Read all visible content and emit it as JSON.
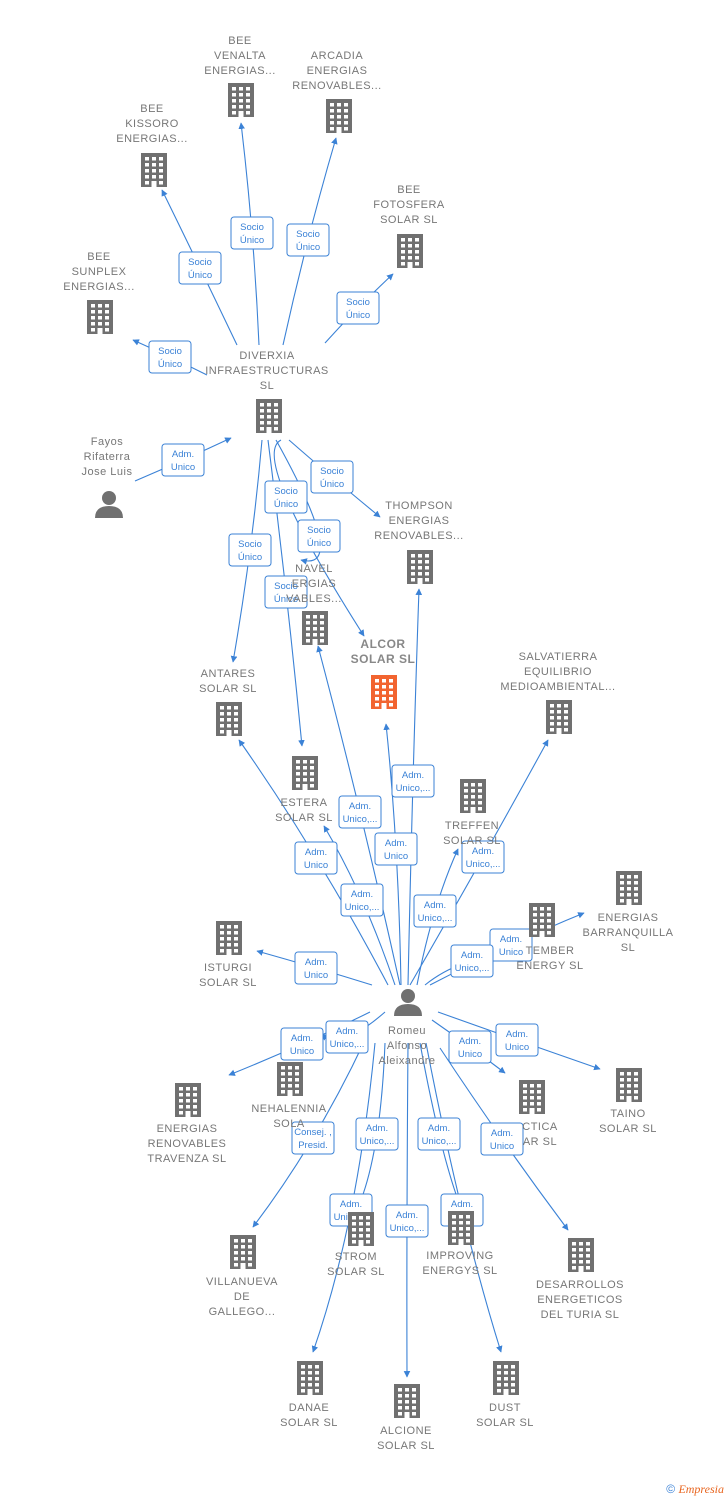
{
  "colors": {
    "edge": "#3b82d6",
    "building": "#707070",
    "main_building": "#f26430",
    "person": "#707070"
  },
  "nodes": [
    {
      "id": "diverxia",
      "type": "company",
      "label": [
        "DIVERXIA",
        "INFRAESTRUCTURAS",
        "SL"
      ]
    },
    {
      "id": "bee_venalta",
      "type": "company",
      "label": [
        "BEE",
        "VENALTA",
        "ENERGIAS..."
      ]
    },
    {
      "id": "arcadia",
      "type": "company",
      "label": [
        "ARCADIA",
        "ENERGIAS",
        "RENOVABLES..."
      ]
    },
    {
      "id": "bee_kissoro",
      "type": "company",
      "label": [
        "BEE",
        "KISSORO",
        "ENERGIAS..."
      ]
    },
    {
      "id": "bee_fotosfera",
      "type": "company",
      "label": [
        "BEE",
        "FOTOSFERA",
        "SOLAR SL"
      ]
    },
    {
      "id": "bee_sunplex",
      "type": "company",
      "label": [
        "BEE",
        "SUNPLEX",
        "ENERGIAS..."
      ]
    },
    {
      "id": "fayos",
      "type": "person",
      "label": [
        "Fayos",
        "Rifaterra",
        "Jose Luis"
      ]
    },
    {
      "id": "thompson",
      "type": "company",
      "label": [
        "THOMPSON",
        "ENERGIAS",
        "RENOVABLES..."
      ]
    },
    {
      "id": "navel",
      "type": "company",
      "label": [
        "NAVEL",
        "ERGIAS",
        "VABLES..."
      ]
    },
    {
      "id": "alcor",
      "type": "main",
      "label": [
        "ALCOR",
        "SOLAR SL"
      ]
    },
    {
      "id": "salvatierra",
      "type": "company",
      "label": [
        "SALVATIERRA",
        "EQUILIBRIO",
        "MEDIOAMBIENTAL..."
      ]
    },
    {
      "id": "antares",
      "type": "company",
      "label": [
        "ANTARES",
        "SOLAR SL"
      ]
    },
    {
      "id": "estera",
      "type": "company",
      "label": [
        "ESTERA",
        "SOLAR SL"
      ]
    },
    {
      "id": "treffen",
      "type": "company",
      "label": [
        "TREFFEN",
        "SOLAR SL"
      ]
    },
    {
      "id": "energias_barranquilla",
      "type": "company",
      "label": [
        "ENERGIAS",
        "BARRANQUILLA",
        "SL"
      ]
    },
    {
      "id": "september",
      "type": "company",
      "label": [
        "TEMBER",
        "ENERGY SL"
      ]
    },
    {
      "id": "isturgi",
      "type": "company",
      "label": [
        "ISTURGI",
        "SOLAR SL"
      ]
    },
    {
      "id": "romeu",
      "type": "person",
      "label": [
        "Romeu",
        "Alfonso",
        "Aleixandre"
      ]
    },
    {
      "id": "travenza",
      "type": "company",
      "label": [
        "ENERGIAS",
        "RENOVABLES",
        "TRAVENZA SL"
      ]
    },
    {
      "id": "nehalennia",
      "type": "company",
      "label": [
        "NEHALENNIA",
        "SOLA"
      ]
    },
    {
      "id": "taino",
      "type": "company",
      "label": [
        "TAINO",
        "SOLAR SL"
      ]
    },
    {
      "id": "ctica",
      "type": "company",
      "label": [
        "CTICA",
        "AR SL"
      ]
    },
    {
      "id": "villanueva",
      "type": "company",
      "label": [
        "VILLANUEVA",
        "DE",
        "GALLEGO..."
      ]
    },
    {
      "id": "strom",
      "type": "company",
      "label": [
        "STROM",
        "SOLAR SL"
      ]
    },
    {
      "id": "improving",
      "type": "company",
      "label": [
        "IMPROVING",
        "ENERGYS SL"
      ]
    },
    {
      "id": "desarrollos",
      "type": "company",
      "label": [
        "DESARROLLOS",
        "ENERGETICOS",
        "DEL TURIA SL"
      ]
    },
    {
      "id": "danae",
      "type": "company",
      "label": [
        "DANAE",
        "SOLAR SL"
      ]
    },
    {
      "id": "alcione",
      "type": "company",
      "label": [
        "ALCIONE",
        "SOLAR SL"
      ]
    },
    {
      "id": "dust",
      "type": "company",
      "label": [
        "DUST",
        "SOLAR SL"
      ]
    }
  ],
  "edges": [
    {
      "from": "diverxia",
      "to": "bee_venalta",
      "label": [
        "Socio",
        "Único"
      ]
    },
    {
      "from": "diverxia",
      "to": "arcadia",
      "label": [
        "Socio",
        "Único"
      ]
    },
    {
      "from": "diverxia",
      "to": "bee_kissoro",
      "label": [
        "Socio",
        "Único"
      ]
    },
    {
      "from": "diverxia",
      "to": "bee_fotosfera",
      "label": [
        "Socio",
        "Único"
      ]
    },
    {
      "from": "diverxia",
      "to": "bee_sunplex",
      "label": [
        "Socio",
        "Único"
      ]
    },
    {
      "from": "fayos",
      "to": "diverxia",
      "label": [
        "Adm.",
        "Unico"
      ]
    },
    {
      "from": "diverxia",
      "to": "thompson",
      "label": [
        "Socio",
        "Único"
      ]
    },
    {
      "from": "diverxia",
      "to": "navel",
      "label": [
        "Socio",
        "Único"
      ]
    },
    {
      "from": "diverxia",
      "to": "alcor",
      "label": [
        "Socio",
        "Único"
      ]
    },
    {
      "from": "diverxia",
      "to": "antares",
      "label": [
        "Socio",
        "Único"
      ]
    },
    {
      "from": "diverxia",
      "to": "estera",
      "label": [
        "Socio",
        "Único"
      ]
    },
    {
      "from": "romeu",
      "to": "alcor",
      "label": [
        "Adm.",
        "Unico"
      ]
    },
    {
      "from": "romeu",
      "to": "thompson",
      "label": [
        "Adm.",
        "Unico,..."
      ]
    },
    {
      "from": "romeu",
      "to": "navel",
      "label": [
        "Adm.",
        "Unico,..."
      ]
    },
    {
      "from": "romeu",
      "to": "salvatierra",
      "label": [
        "Adm.",
        "Unico,..."
      ]
    },
    {
      "from": "romeu",
      "to": "antares",
      "label": [
        "Adm.",
        "Unico"
      ]
    },
    {
      "from": "romeu",
      "to": "estera",
      "label": [
        "Adm.",
        "Unico,..."
      ]
    },
    {
      "from": "romeu",
      "to": "treffen",
      "label": [
        "Adm.",
        "Unico,..."
      ]
    },
    {
      "from": "romeu",
      "to": "energias_barranquilla",
      "label": [
        "Adm.",
        "Unico"
      ]
    },
    {
      "from": "romeu",
      "to": "september",
      "label": [
        "Adm.",
        "Unico,..."
      ]
    },
    {
      "from": "romeu",
      "to": "isturgi",
      "label": [
        "Adm.",
        "Unico"
      ]
    },
    {
      "from": "romeu",
      "to": "travenza",
      "label": [
        "Adm.",
        "Unico"
      ]
    },
    {
      "from": "romeu",
      "to": "nehalennia",
      "label": [
        "Adm.",
        "Unico,..."
      ]
    },
    {
      "from": "romeu",
      "to": "taino",
      "label": [
        "Adm.",
        "Unico"
      ]
    },
    {
      "from": "romeu",
      "to": "ctica",
      "label": [
        "Adm.",
        "Unico"
      ]
    },
    {
      "from": "romeu",
      "to": "villanueva",
      "label": [
        "Consej. ,",
        "Presid."
      ]
    },
    {
      "from": "romeu",
      "to": "strom",
      "label": [
        "Adm.",
        "Unico,..."
      ]
    },
    {
      "from": "romeu",
      "to": "improving",
      "label": [
        "Adm.",
        "Unico,..."
      ]
    },
    {
      "from": "romeu",
      "to": "desarrollos",
      "label": [
        "Adm.",
        "Unico"
      ]
    },
    {
      "from": "romeu",
      "to": "danae",
      "label": [
        "Adm.",
        "Unico,..."
      ]
    },
    {
      "from": "romeu",
      "to": "alcione",
      "label": [
        "Adm.",
        "Unico,..."
      ]
    },
    {
      "from": "romeu",
      "to": "dust",
      "label": [
        "Adm.",
        "Unico"
      ]
    }
  ],
  "footer": {
    "copyright": "©",
    "brand": "Empresia"
  }
}
